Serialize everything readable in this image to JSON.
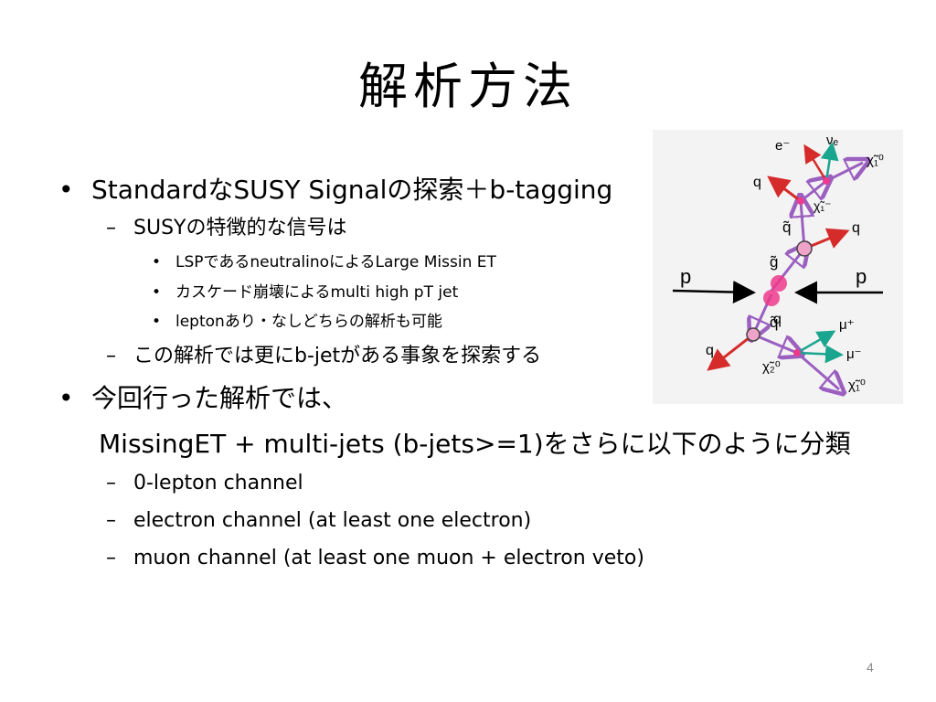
{
  "slide": {
    "title": "解析方法",
    "page_number": "4"
  },
  "bullets": {
    "b1": "StandardなSUSY Signalの探索＋b-tagging",
    "b1_sub1": "SUSYの特徴的な信号は",
    "b1_sub1_items": [
      "LSPであるneutralinoによるLarge Missin ET",
      "カスケード崩壊によるmulti high pT jet",
      "leptonあり・なしどちらの解析も可能"
    ],
    "b1_sub2": "この解析では更にb-jetがある事象を探索する",
    "b2": "今回行った解析では、",
    "b2_cont": "MissingET + multi-jets (b-jets>=1)をさらに以下のように分類",
    "b2_items": [
      "0-lepton channel",
      "electron channel (at least one electron)",
      "muon channel (at least one muon + electron veto)"
    ]
  },
  "symbols": {
    "bullet": "•",
    "dash": "–",
    "small_bullet": "•"
  },
  "diagram": {
    "labels": {
      "p_left": "p",
      "p_right": "p",
      "gluino": "g̃",
      "squark_top": "q̃",
      "squark_bottom": "q̃",
      "q_upper_right": "q",
      "q_upper_left": "q",
      "q_mid": "q",
      "q_lower_left": "q",
      "electron": "e⁻",
      "nu_e": "νₑ",
      "chi1_0_top": "χ̃₁⁰",
      "chi1_minus": "χ̃₁⁻",
      "chi2_0": "χ̃₂⁰",
      "mu_plus": "μ⁺",
      "mu_minus": "μ⁻",
      "chi1_0_bottom": "χ̃₁⁰"
    },
    "colors": {
      "quark_line": "#d62b2b",
      "sparticle_line": "#9b5fc0",
      "lepton_line": "#1aa58f",
      "vertex_fill": "#f0a3c8",
      "collision": "#ee3a8c",
      "beam": "#000000"
    }
  }
}
